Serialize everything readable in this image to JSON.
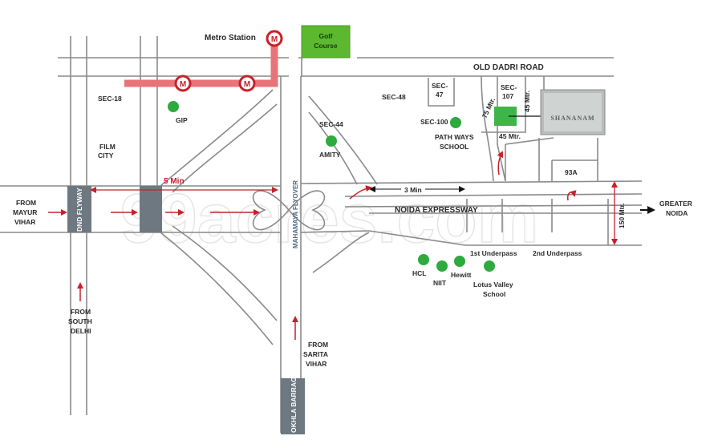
{
  "colors": {
    "road": "#8a8a8a",
    "metro_line": "#e8747a",
    "metro_marker": "#c8202a",
    "landmark_dot": "#2eaa3e",
    "golf_course": "#5cb82e",
    "arrow": "#c8202a",
    "flyway_box": "#6e7880",
    "project_plot": "#3db54a"
  },
  "icons": {
    "metro": "metro-m-marker",
    "landmark": "green-dot",
    "direction": "red-arrow"
  },
  "watermark": "99acres.com",
  "metro": {
    "station_label": "Metro Station",
    "marker_letter": "M"
  },
  "golf_course": "Golf Course",
  "roads": {
    "old_dadri": "OLD DADRI ROAD",
    "noida_expressway": "NOIDA EXPRESSWAY",
    "mahamaya_flyover": "MAHAMAYA FLYOVER",
    "dnd_flyway": "DND FLYWAY",
    "okhla_barrage": "OKHLA BARRAGE"
  },
  "sectors": {
    "sec18": "SEC-18",
    "film_city": "FILM CITY",
    "sec48": "SEC-48",
    "sec47": "SEC-47",
    "sec107": "SEC-107",
    "sec44": "SEC-44",
    "sec100": "SEC-100",
    "sec93a": "93A"
  },
  "landmarks": {
    "gip": "GIP",
    "amity": "AMITY",
    "pathways": "PATH WAYS SCHOOL",
    "hcl": "HCL",
    "niit": "NIIT",
    "hewitt": "Hewitt",
    "lotus_valley": "Lotus Valley School"
  },
  "underpasses": {
    "first": "1st Underpass",
    "second": "2nd Underpass"
  },
  "distances": {
    "five_min": "5 Min",
    "three_min": "3 Min",
    "road_75": "75 Mtr.",
    "road_45_vertical": "45 Mtr.",
    "road_45_horizontal": "45 Mtr.",
    "road_150": "150 Mtr."
  },
  "directions": {
    "from_mayur_vihar": "FROM MAYUR VIHAR",
    "from_south_delhi": "FROM SOUTH DELHI",
    "from_sarita_vihar": "FROM SARITA VIHAR",
    "greater_noida": "GREATER NOIDA"
  },
  "project_logo": "SHANANAM"
}
